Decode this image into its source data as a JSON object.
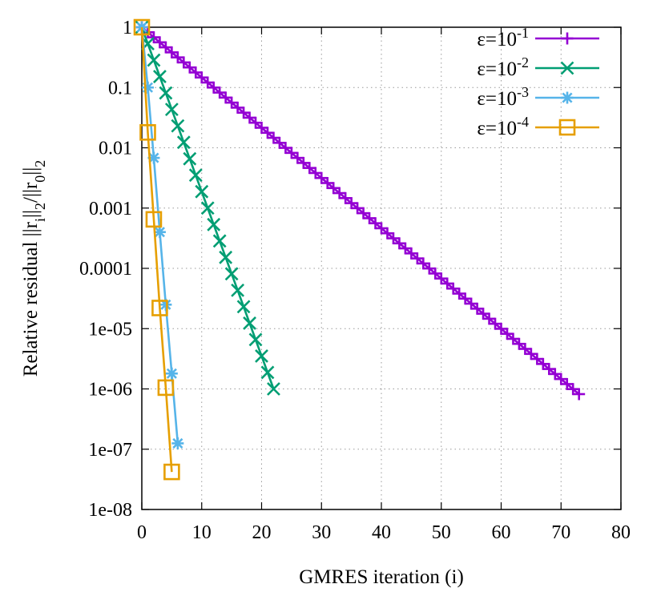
{
  "chart_data": {
    "type": "line",
    "xlabel": "GMRES iteration (i)",
    "ylabel": "Relative residual ||r_i||_2/||r_0||_2",
    "xlim": [
      0,
      80
    ],
    "ylim": [
      1e-08,
      1
    ],
    "yscale": "log",
    "x_ticks": [
      0,
      10,
      20,
      30,
      40,
      50,
      60,
      70,
      80
    ],
    "x_tick_labels": [
      "0",
      "10",
      "20",
      "30",
      "40",
      "50",
      "60",
      "70",
      "80"
    ],
    "y_ticks": [
      1e-08,
      1e-07,
      1e-06,
      1e-05,
      0.0001,
      0.001,
      0.01,
      0.1,
      1
    ],
    "y_tick_labels": [
      "1e-08",
      "1e-07",
      "1e-06",
      "1e-05",
      "0.0001",
      "0.001",
      "0.01",
      "0.1",
      "1"
    ],
    "grid": true,
    "legend_position": "top-right",
    "series": [
      {
        "name": "ε=10^-1",
        "legend_base": "ε=10",
        "legend_exp": "-1",
        "color": "#9400d3",
        "marker": "plus",
        "x_start": 0,
        "x_end": 73,
        "y_start": 1,
        "y_end": 8.2e-07
      },
      {
        "name": "ε=10^-2",
        "legend_base": "ε=10",
        "legend_exp": "-2",
        "color": "#009e73",
        "marker": "cross",
        "x_start": 0,
        "x_end": 22,
        "y_start": 1,
        "y_end": 1e-06
      },
      {
        "name": "ε=10^-3",
        "legend_base": "ε=10",
        "legend_exp": "-3",
        "color": "#56b4e9",
        "marker": "star",
        "x": [
          0,
          1,
          2,
          3,
          4,
          5,
          6
        ],
        "y": [
          1,
          0.1,
          0.0068,
          0.0004,
          2.5e-05,
          1.8e-06,
          1.25e-07
        ]
      },
      {
        "name": "ε=10^-4",
        "legend_base": "ε=10",
        "legend_exp": "-4",
        "color": "#e69f00",
        "marker": "square",
        "x": [
          0,
          1,
          2,
          3,
          4,
          5
        ],
        "y": [
          1,
          0.018,
          0.00065,
          2.2e-05,
          1.05e-06,
          4.2e-08
        ]
      }
    ]
  }
}
